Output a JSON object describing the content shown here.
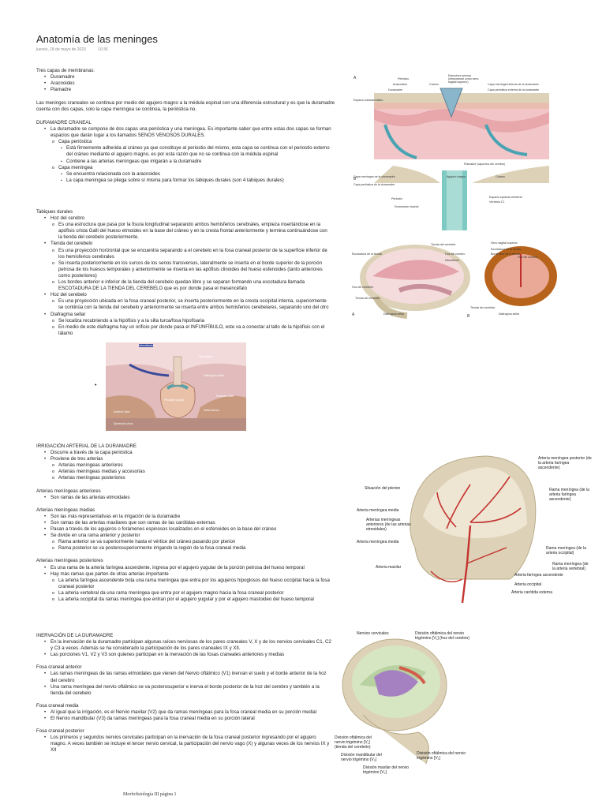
{
  "page": {
    "title": "Anatomía de las meninges",
    "date": "jueves, 18 de mayo de 2023",
    "time": "10:36",
    "footer": "Morfofisiología III página 1"
  },
  "intro": {
    "heading": "Tres capas de membranas:",
    "items": [
      "Duramadre",
      "Aracnoides",
      "Piamadre"
    ],
    "paragraph": "Las meninges craneales se continua por medio del agujero magno a la médula espinal con una diferencia estructural y es que la duramadre cuenta con dos capas, solo la capa meníngea se continúa, la perióstica no."
  },
  "dura": {
    "heading": "DURAMADRE CRANEAL",
    "p1": "La duramadre se compone de dos capas una perióstica y una meníngea. Es importante saber que entre estas dos capas se forman espacios que darán lugar a los llamados SENOS VENOSOS DURALES.",
    "perio": "Capa perióstica",
    "perio_a": "Está firmemente adherida al cráneo ya que constituye al periostio del mismo, esta capa se continua con el periostio externo del cráneo mediante el agujero magno, es por esta razón que no se continua con la médula espinal",
    "perio_b": "Contiene a las arterias meníngeas que irrigarán a la duramadre",
    "menin": "Capa meníngea",
    "menin_a": "Se encuentra relacionada con la aracnoides",
    "menin_b": "La capa meníngea se pliega sobre sí misma para formar los tabiques durales (son 4 tabiques durales)"
  },
  "tabiques": {
    "heading": "Tabiques durales",
    "hoz_cerebro": "Hoz del cerebro",
    "hoz_cerebro_a": "Es una estructura que pasa por la fisura longitudinal separando ambos hemisferios cerebrales, empieza insertándose en la apófisis crista Galli del hueso etmoides en la base del cráneo y en la cresta frontal anteriormente y termina continuándose con la tienda del cerebelo posteriormente.",
    "tienda": "Tienda del cerebelo",
    "tienda_a": "Es una proyección horizontal que se encuentra separando a el cerebelo en la fosa craneal posterior de la superficie inferior de los hemisferios cerebrales",
    "tienda_b": "Se inserta posteriormente en los surcos de los senos transversos, lateralmente se inserta en el borde superior de la porción petrosa de los huesos temporales y anteriormente se inserta en las apófisis clinoides del hueso esfenoides (tanto anteriores como posteriores)",
    "tienda_c": "Los bordes anterior e inferior de la tienda del cerebelo quedan libre y se separan formando una escotadura llamada ESCOTADURA DE LA TIENDA DEL CEREBELO que es por donde pasa el mesencéfalo",
    "hoz_cerebelo": "Hoz del cerebelo",
    "hoz_cerebelo_a": "Es una proyección ubicada en la fosa craneal posterior, se inserta posteriormente en la cresta occipital interna, superiormente se continúa con la tienda del cerebelo y anteriormente se inserta entre ambos hemisferios cerebelares, separando uno del otro",
    "diafragma": "Diafragma sellar",
    "diafragma_a": "Se localiza recubriendo a la hipófisis y a la silla turca/fosa hipofisaria",
    "diafragma_b": "En medio de este diafragma hay un orificio por donde pasa el INFUNFÍBULO, este va a conectar al tallo de la hipófisis con el tálamo"
  },
  "irrigacion": {
    "heading": "IRRIGACIÓN ARTERIAL DE LA DURAMADRE",
    "i1": "Discurre a través de la capa perióstica",
    "i2": "Proviene de tres arterias",
    "i2a": "Arterias meníngeas anteriores",
    "i2b": "Arterias meníngeas medias y accesorias",
    "i2c": "Arterias meníngeas posteriores",
    "ant_h": "Arterias meníngeas anteriores",
    "ant_1": "Son ramas de las arterias etmoidales",
    "med_h": "Arterias meníngeas medias",
    "med_1": "Son las más representativas en la irrigación de la duramadre",
    "med_2": "Son ramas de las arterias maxilares que son ramas de las carótidas externas",
    "med_3": "Pasan a través de los agujeros o forámenes espinosos localizados en el esfenoides en la base del cráneo",
    "med_4": "Se divide en una rama anterior y posterior",
    "med_4a": "Rama anterior se va superiormente hasta el vértice del cráneo pasando por pterion",
    "med_4b": "Rama posterior se va posterosuperiormente irrigando la región de la fosa craneal media",
    "post_h": "Arterias meníngeas posteriores",
    "post_1": "Es una rama de la arteria faríngea ascendente, ingresa por el agujero yugular de la porción petrosa del hueso temporal",
    "post_2": "Hay más ramas que parten de otras arterias importante",
    "post_2a": "La arteria faríngea ascendente bota una rama meníngea que entra por los agujeros hipoglosos del hueso occipital hacia la fosa craneal posterior",
    "post_2b": "La arteria vertebral da una rama meníngea que entra por el agujero magno hacia la fosa craneal posterior",
    "post_2c": "La arteria occipital da ramas meníngea que entran por el agujero yugular y por el agujero mastoideo del hueso temporal"
  },
  "inervacion": {
    "heading": "INERVACIÓN DE LA DURAMADRE",
    "i1": "En la inervación de la duramadre participan algunas raíces nerviosas de los pares craneales V, X y de los nervios cervicales C1, C2 y C3 a veces. Además se ha considerado la participación de los pares craneales IX y XII.",
    "i2": "Las porciones V1, V2 y V3 son quienes participan en la inervación de las fosas craneales anteriores y medias",
    "ant_h": "Fosa craneal anterior",
    "ant_1": "Las ramas meníngeas de las ramas etmoidales que vienen del Nervio oftálmico (V1) inervan el suelo y el borde anterior de la hoz del cerebro",
    "ant_2": "Una rama meníngea del nervio oftálmico se va posterosuperior e inerva el borde posterior de la hoz del cerebro y también a la tienda del cerebelo",
    "med_h": "Fosa craneal media",
    "med_1": "Al igual que la irrigación, es el Nervio maxilar (V2) que da ramas meníngeas para la fosa craneal media en su porción medial",
    "med_2": "El Nervio mandibular (V3) da ramas meníngeas para la fosa craneal media en su porción lateral",
    "post_h": "Fosa craneal posterior",
    "post_1": "Los primeros y segundos nervios cervicales participan en la inervación de la fosa craneal posterior ingresando por el agujero magno. A veces también se incluye el tercer nervio cervical, la participación del nervio vago (X) y algunas veces de los nervios IX y XII"
  },
  "fig1": {
    "letter_a": "A",
    "letter_b": "B",
    "l1": "Periostio",
    "l2": "Aracnoides",
    "l3": "Cráneo",
    "l4": "Duramadre",
    "l5": "Estructura venosa (intracraneal como seno sagital superior)",
    "l6": "Capa meníngea interna de la duramadre",
    "l7": "Capa perióstica externa de la duramadre",
    "l8": "Espacio subaracnoideo",
    "l9": "Piamadre (capa fina del cerebro)",
    "l10": "Capa meníngea de la duramadre",
    "l11": "Capa perióstica de la duramadre",
    "l12": "Agujero magno",
    "l13": "Cráneo",
    "l14": "Periostio",
    "l15": "Duramadre espinal",
    "l16": "Espacio epidural vertebral",
    "l17": "Vértebra C1"
  },
  "fig2": {
    "l1": "Tienda del cerebelo",
    "l2": "Hoz del cerebro",
    "l3": "Infundíbulo",
    "l4": "Escotadura de la tienda",
    "l5": "Hoz del cerebelo",
    "l6": "Tienda del cerebelo",
    "l7": "Diafragma sellar",
    "l8": "A",
    "l9": "Seno sagital superior",
    "l10": "Hoz del cerebro",
    "l11": "Tienda del cerebelo",
    "l12": "Diafragma sellar",
    "l13": "B",
    "l14": "Escotadura de la tienda",
    "l15": "Borde libre de la tienda"
  },
  "fig3": {
    "l1": "Infundíbulo",
    "l2": "Hipotálamo",
    "l3": "Diafragma sellar",
    "l4": "Pituitary gland",
    "l5": "Sella turcica",
    "l6": "Sphenoid sinus",
    "l7": "Anterior lobe",
    "l8": "Posterior lobe"
  },
  "fig4": {
    "l1": "Arteria meníngea posterior (de la arteria faríngea ascendente)",
    "l2": "Situación del pterion",
    "l3": "Rama meníngea (de la arteria faríngea ascendente)",
    "l4": "Arteria meníngea media",
    "l5": "Arterias meníngeas anteriores (de las arterias etmoidales)",
    "l6": "Arteria meníngea media",
    "l7": "Rama meníngea (de la arteria occipital)",
    "l8": "Rama meníngea (de la arteria vertebral)",
    "l9": "Arteria maxilar",
    "l10": "Arteria faríngea ascendente",
    "l11": "Arteria occipital",
    "l12": "Arteria carótida externa"
  },
  "fig5": {
    "l1": "Nervios cervicales",
    "l2": "División oftálmica del nervio trigémino [V₁] (hoz del cerebro)",
    "l3": "División oftálmica del nervio trigémino [V₁] (tienda del cerebelo)",
    "l4": "División mandibular del nervio trigémino [V₃]",
    "l5": "División oftálmica del nervio trigémino [V₁]",
    "l6": "División maxilar del nervio trigémino [V₂]"
  },
  "colors": {
    "dura": "#e8c3b4",
    "brain": "#f2c6c8",
    "artery": "#c4332e",
    "bone": "#ddd2b8",
    "csf": "#7fc9c3"
  }
}
